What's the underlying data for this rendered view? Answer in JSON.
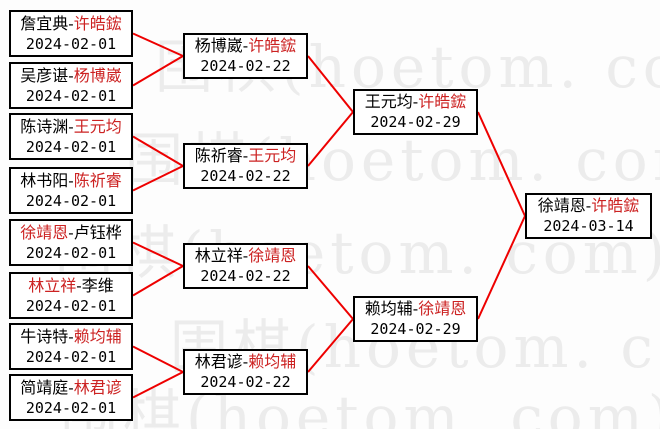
{
  "watermark": {
    "text": "围棋(hoetom. com)",
    "color": "#ececec"
  },
  "ui": {
    "separator": "-"
  },
  "colors": {
    "winner_red": "#cc2222",
    "name_black": "#000000",
    "line": "#ee0000",
    "box_border": "#000000",
    "background": "#ffffff"
  },
  "bracket": {
    "round1": [
      {
        "p1": "詹宜典",
        "p1_color": "#000000",
        "p2": "许皓鋐",
        "p2_color": "#cc2222",
        "date": "2024-02-01"
      },
      {
        "p1": "吴彦谌",
        "p1_color": "#000000",
        "p2": "杨博崴",
        "p2_color": "#cc2222",
        "date": "2024-02-01"
      },
      {
        "p1": "陈诗渊",
        "p1_color": "#000000",
        "p2": "王元均",
        "p2_color": "#cc2222",
        "date": "2024-02-01"
      },
      {
        "p1": "林书阳",
        "p1_color": "#000000",
        "p2": "陈祈睿",
        "p2_color": "#cc2222",
        "date": "2024-02-01"
      },
      {
        "p1": "徐靖恩",
        "p1_color": "#cc2222",
        "p2": "卢钰桦",
        "p2_color": "#000000",
        "date": "2024-02-01"
      },
      {
        "p1": "林立祥",
        "p1_color": "#cc2222",
        "p2": "李维",
        "p2_color": "#000000",
        "date": "2024-02-01"
      },
      {
        "p1": "牛诗特",
        "p1_color": "#000000",
        "p2": "赖均辅",
        "p2_color": "#cc2222",
        "date": "2024-02-01"
      },
      {
        "p1": "简靖庭",
        "p1_color": "#000000",
        "p2": "林君谚",
        "p2_color": "#cc2222",
        "date": "2024-02-01"
      }
    ],
    "round2": [
      {
        "p1": "杨博崴",
        "p1_color": "#000000",
        "p2": "许皓鋐",
        "p2_color": "#cc2222",
        "date": "2024-02-22"
      },
      {
        "p1": "陈祈睿",
        "p1_color": "#000000",
        "p2": "王元均",
        "p2_color": "#cc2222",
        "date": "2024-02-22"
      },
      {
        "p1": "林立祥",
        "p1_color": "#000000",
        "p2": "徐靖恩",
        "p2_color": "#cc2222",
        "date": "2024-02-22"
      },
      {
        "p1": "林君谚",
        "p1_color": "#000000",
        "p2": "赖均辅",
        "p2_color": "#cc2222",
        "date": "2024-02-22"
      }
    ],
    "round3": [
      {
        "p1": "王元均",
        "p1_color": "#000000",
        "p2": "许皓鋐",
        "p2_color": "#cc2222",
        "date": "2024-02-29"
      },
      {
        "p1": "赖均辅",
        "p1_color": "#000000",
        "p2": "徐靖恩",
        "p2_color": "#cc2222",
        "date": "2024-02-29"
      }
    ],
    "final": [
      {
        "p1": "徐靖恩",
        "p1_color": "#000000",
        "p2": "许皓鋐",
        "p2_color": "#cc2222",
        "date": "2024-03-14"
      }
    ]
  }
}
